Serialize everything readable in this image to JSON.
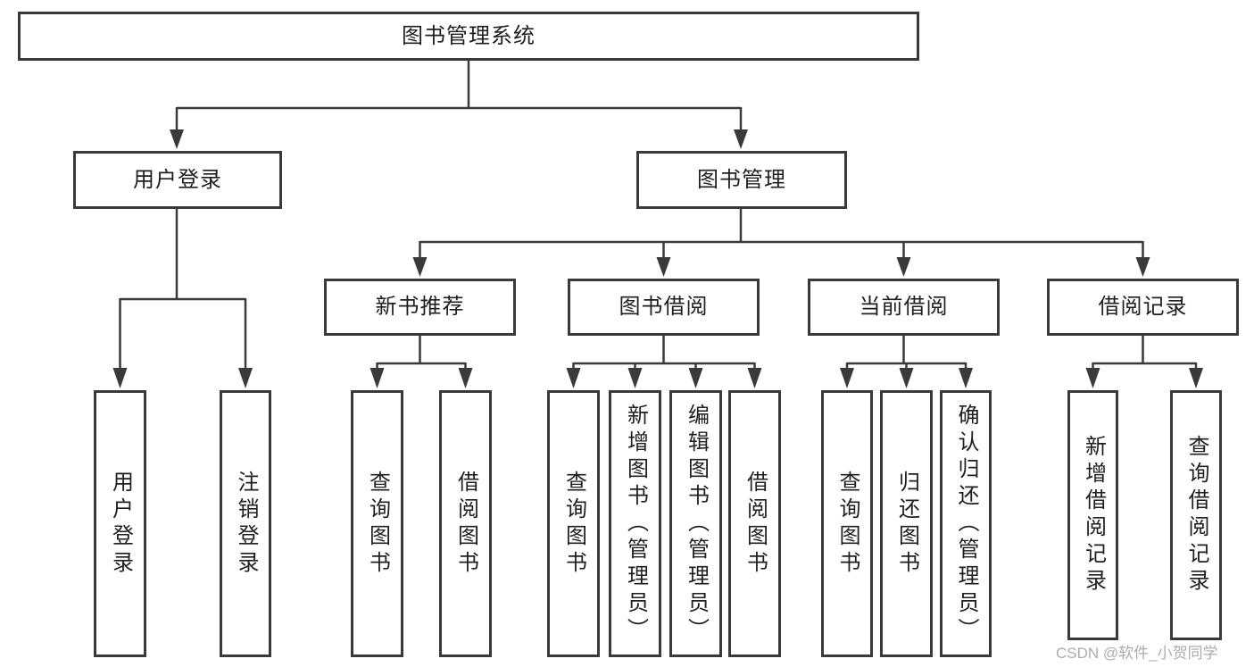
{
  "diagram": {
    "title": "图书管理系统",
    "tree": {
      "label": "图书管理系统",
      "children": [
        {
          "label": "用户登录",
          "children": [
            {
              "label": "用户登录"
            },
            {
              "label": "注销登录"
            }
          ]
        },
        {
          "label": "图书管理",
          "children": [
            {
              "label": "新书推荐",
              "children": [
                {
                  "label": "查询图书"
                },
                {
                  "label": "借阅图书"
                }
              ]
            },
            {
              "label": "图书借阅",
              "children": [
                {
                  "label": "查询图书"
                },
                {
                  "label": "新增图书（管理员）"
                },
                {
                  "label": "编辑图书（管理员）"
                },
                {
                  "label": "借阅图书"
                }
              ]
            },
            {
              "label": "当前借阅",
              "children": [
                {
                  "label": "查询图书"
                },
                {
                  "label": "归还图书"
                },
                {
                  "label": "确认归还（管理员）"
                }
              ]
            },
            {
              "label": "借阅记录",
              "children": [
                {
                  "label": "新增借阅记录"
                },
                {
                  "label": "查询借阅记录"
                }
              ]
            }
          ]
        }
      ]
    },
    "watermark": "CSDN @软件_小贺同学",
    "colors": {
      "line": "#3a3a3a",
      "box_border": "#3a3a3a",
      "text": "#1f1f1f",
      "watermark": "#9b9ea5",
      "background": "#ffffff"
    }
  }
}
